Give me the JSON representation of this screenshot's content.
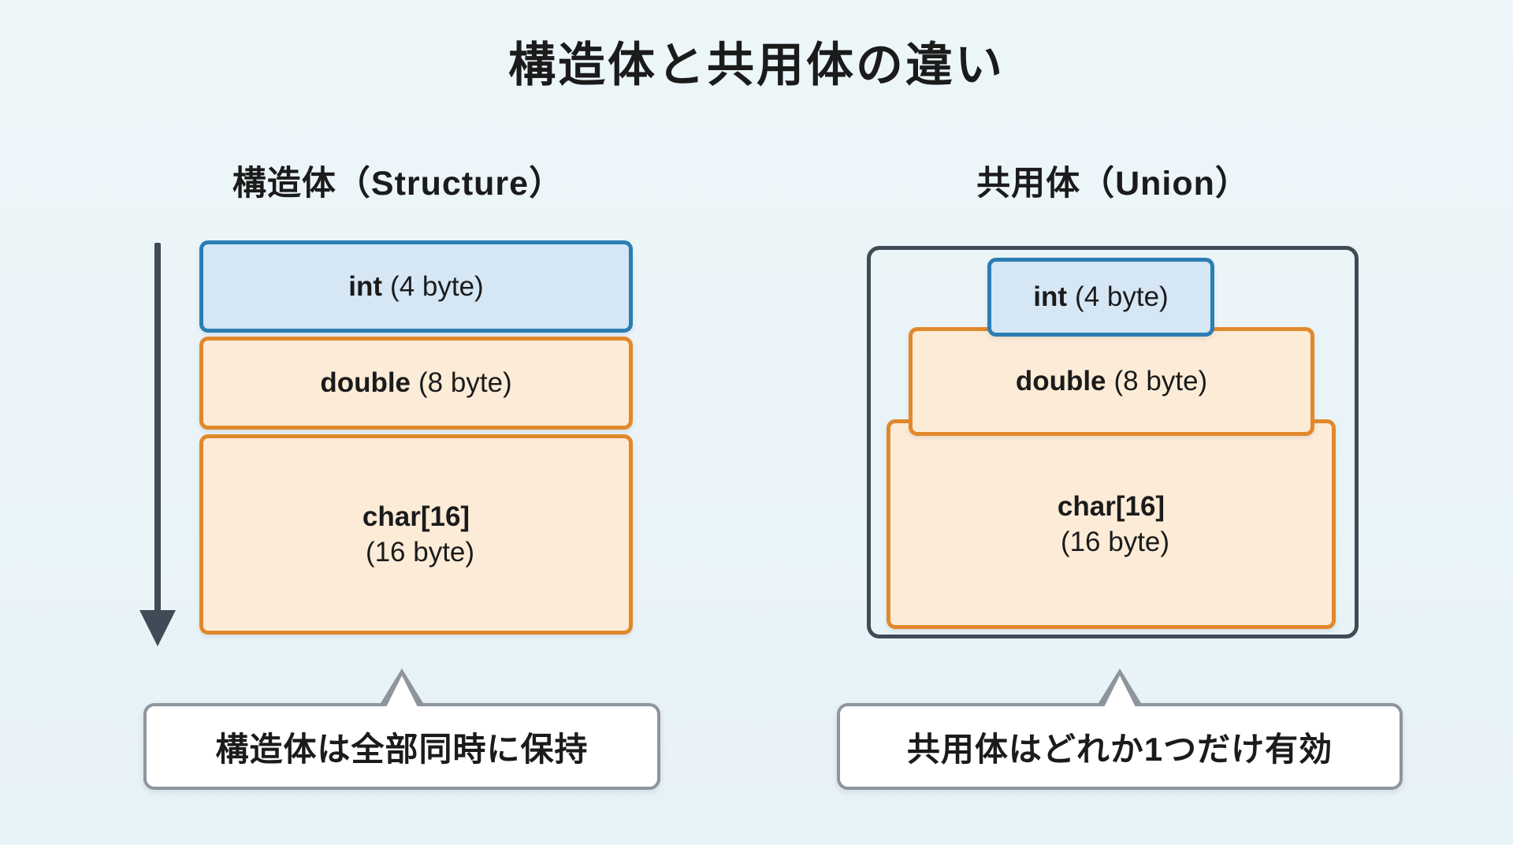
{
  "title": "構造体と共用体の違い",
  "structure": {
    "header": "構造体（Structure）",
    "members": [
      {
        "name": "int",
        "size": "(4 byte)"
      },
      {
        "name": "double",
        "size": "(8 byte)"
      },
      {
        "name": "char[16]",
        "size": "(16 byte)"
      }
    ],
    "callout": "構造体は全部同時に保持"
  },
  "union": {
    "header": "共用体（Union）",
    "members": [
      {
        "name": "int",
        "size": "(4 byte)"
      },
      {
        "name": "double",
        "size": "(8 byte)"
      },
      {
        "name": "char[16]",
        "size": "(16 byte)"
      }
    ],
    "callout": "共用体はどれか1つだけ有効"
  },
  "colors": {
    "background": "#e9f3f7",
    "int_fill": "#d5e6f5",
    "int_border": "#2b7db3",
    "member_fill": "#fcecd7",
    "member_border": "#e2882a",
    "frame_dark": "#3f4b57",
    "callout_border": "#8e959c",
    "text": "#1b1b1b"
  }
}
